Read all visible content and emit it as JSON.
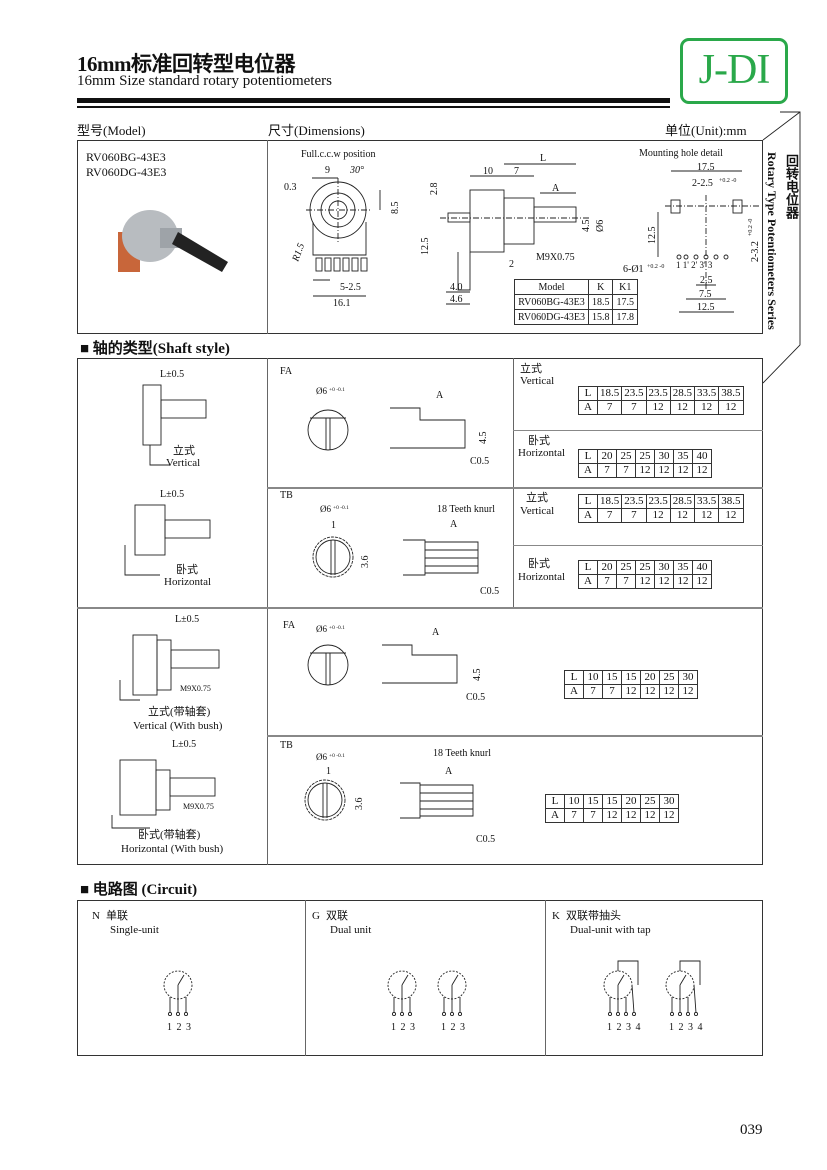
{
  "header": {
    "title_cn": "16mm标准回转型电位器",
    "title_en": "16mm Size  standard  rotary  potentiometers",
    "logo": "J-DI",
    "model_label": "型号(Model)",
    "dimensions_label": "尺寸(Dimensions)",
    "unit_label": "单位(Unit):mm",
    "side_cn": "回转电位器",
    "side_en": "Rotary Type Potentiometers Series"
  },
  "models": [
    "RV060BG-43E3",
    "RV060DG-43E3"
  ],
  "dimensions": {
    "front": {
      "caption": "Full.c.c.w position",
      "d9": "9",
      "angle": "30°",
      "d03": "0.3",
      "d85": "8.5",
      "r15": "R1.5",
      "pitch": "5-2.5",
      "width": "16.1"
    },
    "side": {
      "d10": "10",
      "d7": "7",
      "L": "L",
      "A": "A",
      "d28": "2.8",
      "d125": "12.5",
      "d45": "4.5",
      "dia": "Ø6",
      "thread": "M9X0.75",
      "d2": "2",
      "d40": "4.0",
      "d46": "4.6"
    },
    "mount": {
      "caption": "Mounting hole detail",
      "d175": "17.5",
      "holes": "2-2.5",
      "holes_tol": "+0.2 -0",
      "d125": "12.5",
      "slot": "2-3.2",
      "slot_tol": "+0.2 -0",
      "pins": "6-Ø1",
      "pins_tol": "+0.2 -0",
      "pin_labels": "1  1'  2'  3'  3",
      "d25": "2.5",
      "d75": "7.5",
      "d125b": "12.5"
    },
    "k_table": {
      "headers": [
        "Model",
        "K",
        "K1"
      ],
      "rows": [
        [
          "RV060BG-43E3",
          "18.5",
          "17.5"
        ],
        [
          "RV060DG-43E3",
          "15.8",
          "17.8"
        ]
      ]
    }
  },
  "shaft": {
    "section_title": "■  轴的类型(Shaft style)",
    "tolerance": "L±0.5",
    "thread": "M9X0.75",
    "vertical_cn": "立式",
    "vertical_en": "Vertical",
    "horizontal_cn": "卧式",
    "horizontal_en": "Horizontal",
    "vbush_cn": "立式(带轴套)",
    "vbush_en": "Vertical (With bush)",
    "hbush_cn": "卧式(带轴套)",
    "hbush_en": "Horizontal (With bush)",
    "fa": "FA",
    "tb": "TB",
    "dia": "Ø6",
    "dia_tol": "+0 -0.1",
    "A": "A",
    "d45": "4.5",
    "chamfer": "C0.5",
    "knurl": "18 Teeth knurl",
    "d1": "1",
    "d36": "3.6",
    "tables": {
      "vertical": {
        "L": [
          "L",
          "18.5",
          "23.5",
          "23.5",
          "28.5",
          "33.5",
          "38.5"
        ],
        "A": [
          "A",
          "7",
          "7",
          "12",
          "12",
          "12",
          "12"
        ]
      },
      "horizontal": {
        "L": [
          "L",
          "20",
          "25",
          "25",
          "30",
          "35",
          "40"
        ],
        "A": [
          "A",
          "7",
          "7",
          "12",
          "12",
          "12",
          "12"
        ]
      },
      "bush": {
        "L": [
          "L",
          "10",
          "15",
          "15",
          "20",
          "25",
          "30"
        ],
        "A": [
          "A",
          "7",
          "7",
          "12",
          "12",
          "12",
          "12"
        ]
      }
    }
  },
  "circuit": {
    "section_title": "■  电路图 (Circuit)",
    "units": [
      {
        "code": "N",
        "cn": "单联",
        "en": "Single-unit",
        "pins": "1 2 3"
      },
      {
        "code": "G",
        "cn": "双联",
        "en": "Dual unit",
        "pins": "1 2 3"
      },
      {
        "code": "K",
        "cn": "双联带抽头",
        "en": "Dual-unit with tap",
        "pins": "1 2 3 4"
      }
    ]
  },
  "page_number": "039",
  "colors": {
    "logo": "#2aa84a"
  }
}
